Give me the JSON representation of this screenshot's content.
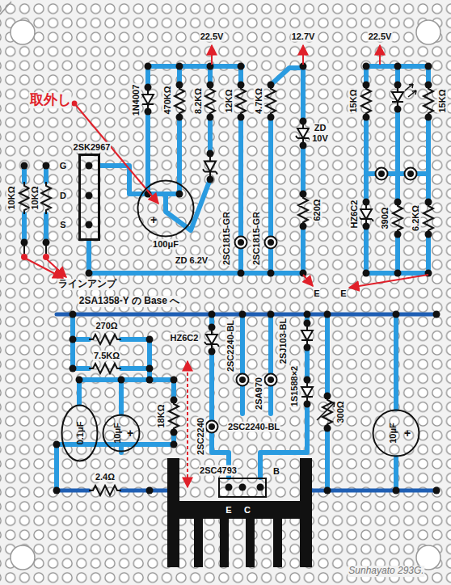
{
  "diagram": {
    "nodes": [
      {
        "text": [
          "2SK2967"
        ]
      },
      {
        "text": [
          "+",
          "100μF"
        ]
      },
      {
        "text": [
          "0.1μF"
        ]
      },
      {
        "text": [
          "10μF",
          "+"
        ]
      },
      {
        "text": [
          "10μF",
          "+"
        ]
      },
      {
        "text": [
          "2SC4793"
        ]
      }
    ],
    "labels": [
      "22.5V",
      "12.7V",
      "22.5V",
      "取外し",
      "1N4007",
      "470KΩ",
      "8.2KΩ",
      "12KΩ",
      "4.7KΩ",
      "ZD 10V",
      "15KΩ",
      "15KΩ",
      "G",
      "D",
      "S",
      "10KΩ",
      "10KΩ",
      "2SC1815-GR",
      "2SC1815-GR",
      "620Ω",
      "ZD 6.2V",
      "HZ6C2",
      "390Ω",
      "6.2KΩ",
      "E",
      "E",
      "ラインアンプ",
      "2SA1358-Y の Base へ",
      "270Ω",
      "7.5KΩ",
      "HZ6C2",
      "2SC2240-BL",
      "2SJ103-BL",
      "2SA970",
      "1S1588×2",
      "18KΩ",
      "2SC2240",
      "2SC2240-BL",
      "300Ω",
      "2.4Ω",
      "B",
      "E",
      "C",
      "Sunhayato 293G."
    ]
  }
}
